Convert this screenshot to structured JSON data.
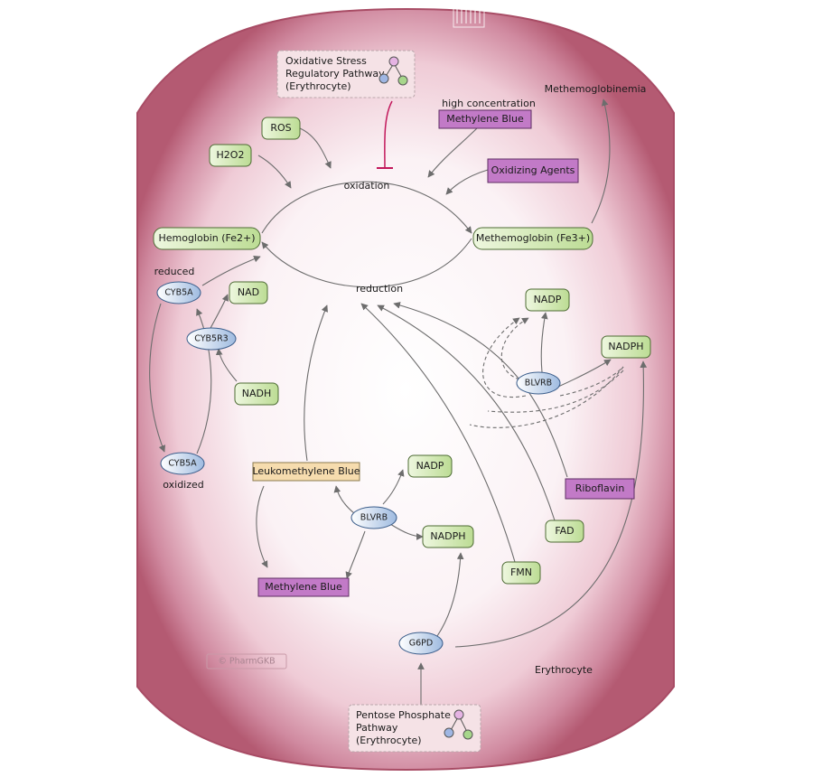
{
  "labels": {
    "oxidation": "oxidation",
    "reduction": "reduction",
    "high_concentration": "high concentration",
    "methemoglobinemia": "Methemoglobinemia",
    "reduced": "reduced",
    "oxidized": "oxidized",
    "erythrocyte": "Erythrocyte",
    "copyright": "© PharmGKB"
  },
  "pathway_links": {
    "oxidative_stress": [
      "Oxidative Stress",
      "Regulatory Pathway",
      "(Erythrocyte)"
    ],
    "pentose_phosphate": [
      "Pentose Phosphate",
      "Pathway",
      "(Erythrocyte)"
    ]
  },
  "metabolites": {
    "ros": "ROS",
    "h2o2": "H2O2",
    "hemoglobin": "Hemoglobin (Fe2+)",
    "methemoglobin": "Methemoglobin (Fe3+)",
    "nad": "NAD",
    "nadh": "NADH",
    "nadp_top": "NADP",
    "nadph_top": "NADPH",
    "nadp_mid": "NADP",
    "nadph_mid": "NADPH",
    "fad": "FAD",
    "fmn": "FMN"
  },
  "drugs": {
    "methylene_blue_top": "Methylene Blue",
    "oxidizing_agents": "Oxidizing Agents",
    "riboflavin": "Riboflavin",
    "methylene_blue_bottom": "Methylene Blue",
    "leukomethylene_blue": "Leukomethylene Blue"
  },
  "genes": {
    "cyb5a_reduced": "CYB5A",
    "cyb5r3": "CYB5R3",
    "cyb5a_oxidized": "CYB5A",
    "blvrb_right": "BLVRB",
    "blvrb_center": "BLVRB",
    "g6pd": "G6PD"
  },
  "colors": {
    "membrane": "#b45a72",
    "cell_interior": "#fbf2f5",
    "metabolite_fill": "#d7ecb5",
    "drug_fill": "#c27ac7",
    "gene_fill": "#b9cde7",
    "prodrug_fill": "#f6dcae",
    "inhibition": "#c2185b"
  }
}
